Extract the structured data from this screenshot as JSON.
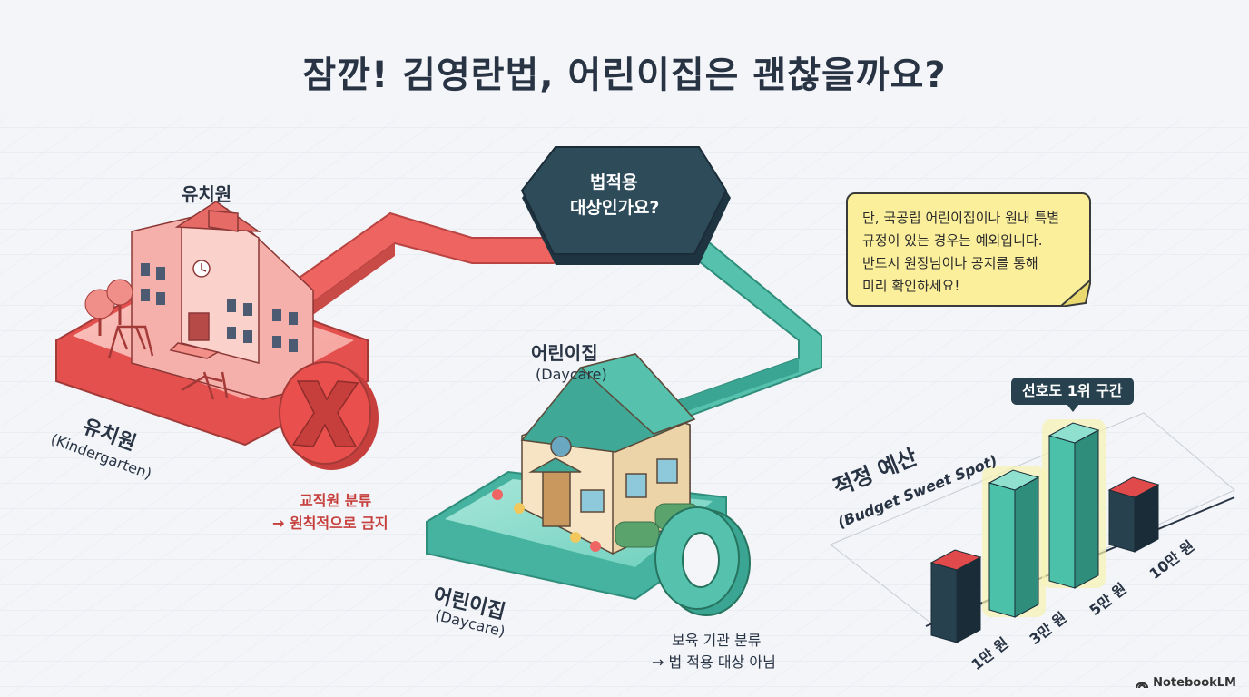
{
  "title": "잠깐! 김영란법, 어린이집은 괜찮을까요?",
  "decision": {
    "line1": "법적용",
    "line2": "대상인가요?"
  },
  "kindergarten": {
    "building_label": "유치원",
    "platform_label": "유치원",
    "platform_sub": "(Kindergarten)",
    "result_line1": "교직원 분류",
    "result_line2": "→ 원칙적으로 금지"
  },
  "daycare": {
    "building_label": "어린이집",
    "building_sub": "(Daycare)",
    "platform_label": "어린이집",
    "platform_sub": "(Daycare)",
    "result_line1": "보육 기관 분류",
    "result_line2": "→ 법 적용 대상 아님"
  },
  "note": {
    "lines": [
      "단, 국공립 어린이집이나 원내 특별",
      "규정이 있는 경우는 예외입니다.",
      "반드시 원장님이나 공지를 통해",
      "미리 확인하세요!"
    ]
  },
  "budget": {
    "title": "적정 예산",
    "subtitle": "(Budget Sweet Spot)",
    "highlight": "선호도 1위 구간"
  },
  "chart_data": {
    "type": "bar",
    "categories": [
      "1만 원",
      "3만 원",
      "5만 원",
      "10만 원"
    ],
    "values": [
      4,
      7,
      8,
      3
    ],
    "highlighted": [
      "3만 원",
      "5만 원"
    ],
    "colors": {
      "low": "#e04a4a",
      "mid": "#4cc1a9"
    }
  },
  "icons": {
    "reject": "x-mark-icon",
    "approve": "o-ring-icon",
    "brand": "notebooklm-icon"
  },
  "brand": "NotebookLM",
  "colors": {
    "red": "#ef6563",
    "teal": "#56c2ae",
    "navy": "#27414e",
    "note": "#fbef9c"
  }
}
